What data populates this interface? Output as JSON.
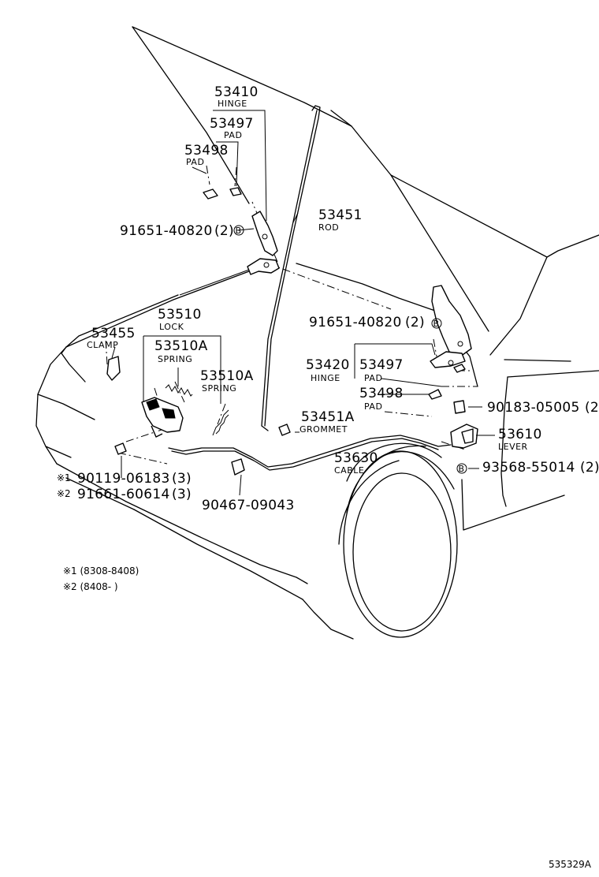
{
  "parts": {
    "hinge": {
      "number": "53410",
      "name": "HINGE"
    },
    "pad_upper": {
      "number": "53497",
      "name": "PAD"
    },
    "pad_left": {
      "number": "53498",
      "name": "PAD"
    },
    "bolt_upper": {
      "number": "91651-40820",
      "qty": "(2)",
      "marker": "B"
    },
    "rod": {
      "number": "53451",
      "name": "ROD"
    },
    "lock": {
      "number": "53510",
      "name": "LOCK"
    },
    "clamp": {
      "number": "53455",
      "name": "CLAMP"
    },
    "spring_a": {
      "number": "53510A",
      "name": "SPRING"
    },
    "spring_b": {
      "number": "53510A",
      "name": "SPRING"
    },
    "bolt_right": {
      "number": "91651-40820",
      "qty": "(2)",
      "marker": "B"
    },
    "hinge_right": {
      "number": "53420",
      "name": "HINGE"
    },
    "pad_right": {
      "number": "53497",
      "name": "PAD"
    },
    "pad_right_lower": {
      "number": "53498",
      "name": "PAD"
    },
    "clip": {
      "number": "90183-05005",
      "qty": "(2"
    },
    "grommet": {
      "number": "53451A",
      "name": "GROMMET"
    },
    "lever": {
      "number": "53610",
      "name": "LEVER"
    },
    "cable": {
      "number": "53630",
      "name": "CABLE"
    },
    "screw": {
      "number": "93568-55014",
      "qty": "(2)",
      "marker": "B"
    },
    "bolt_lock_1": {
      "prefix": "※1",
      "number": "90119-06183",
      "qty": "(3)"
    },
    "bolt_lock_2": {
      "prefix": "※2",
      "number": "91661-60614",
      "qty": "(3)"
    },
    "clip_cable": {
      "number": "90467-09043"
    }
  },
  "notes": {
    "note1": "※1 (8308-8408)",
    "note2": "※2 (8408-       )"
  },
  "figure_ref": "535329A"
}
